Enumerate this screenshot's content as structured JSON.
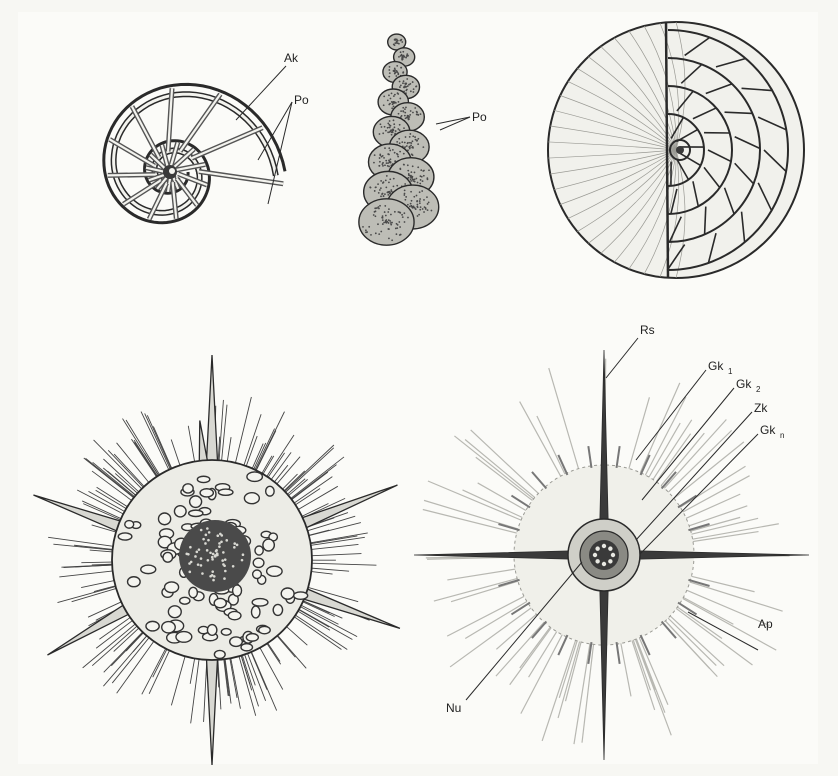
{
  "labels": {
    "ak": "Ak",
    "po_1": "Po",
    "po_2": "Po",
    "rs": "Rs",
    "gk1": "Gk",
    "gk1_sub": "1",
    "gk2": "Gk",
    "gk2_sub": "2",
    "zk": "Zk",
    "gkn": "Gk",
    "gkn_sub": "n",
    "ap": "Ap",
    "nu": "Nu"
  },
  "colors": {
    "paper": "#f7f7f3",
    "ink": "#2a2a2a",
    "shell_fill": "#e6e6e0",
    "dark_core": "#3a3a3a"
  }
}
